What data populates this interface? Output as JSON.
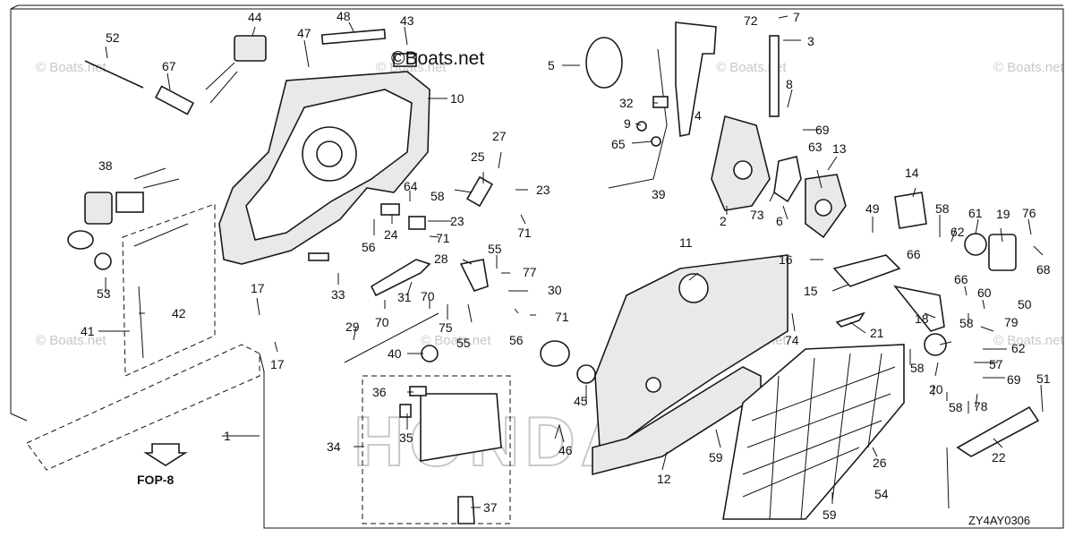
{
  "brand_text": "©Boats.net",
  "watermark_text": "© Boats.net",
  "big_watermark_text": "HONDA",
  "diagram_code": "ZY4AY0306",
  "reference_label": "FOP-8",
  "callouts": [
    "1",
    "2",
    "3",
    "4",
    "5",
    "6",
    "7",
    "8",
    "9",
    "10",
    "11",
    "12",
    "13",
    "14",
    "15",
    "16",
    "17",
    "17",
    "18",
    "19",
    "20",
    "21",
    "22",
    "23",
    "23",
    "24",
    "25",
    "26",
    "27",
    "28",
    "29",
    "30",
    "31",
    "32",
    "33",
    "34",
    "35",
    "36",
    "37",
    "38",
    "39",
    "40",
    "41",
    "42",
    "43",
    "44",
    "45",
    "46",
    "47",
    "48",
    "49",
    "50",
    "51",
    "52",
    "53",
    "54",
    "55",
    "55",
    "56",
    "56",
    "57",
    "58",
    "58",
    "58",
    "58",
    "58",
    "59",
    "59",
    "60",
    "61",
    "62",
    "62",
    "63",
    "64",
    "65",
    "66",
    "66",
    "67",
    "68",
    "69",
    "69",
    "70",
    "70",
    "71",
    "71",
    "71",
    "72",
    "73",
    "74",
    "75",
    "76",
    "77",
    "78",
    "79"
  ]
}
